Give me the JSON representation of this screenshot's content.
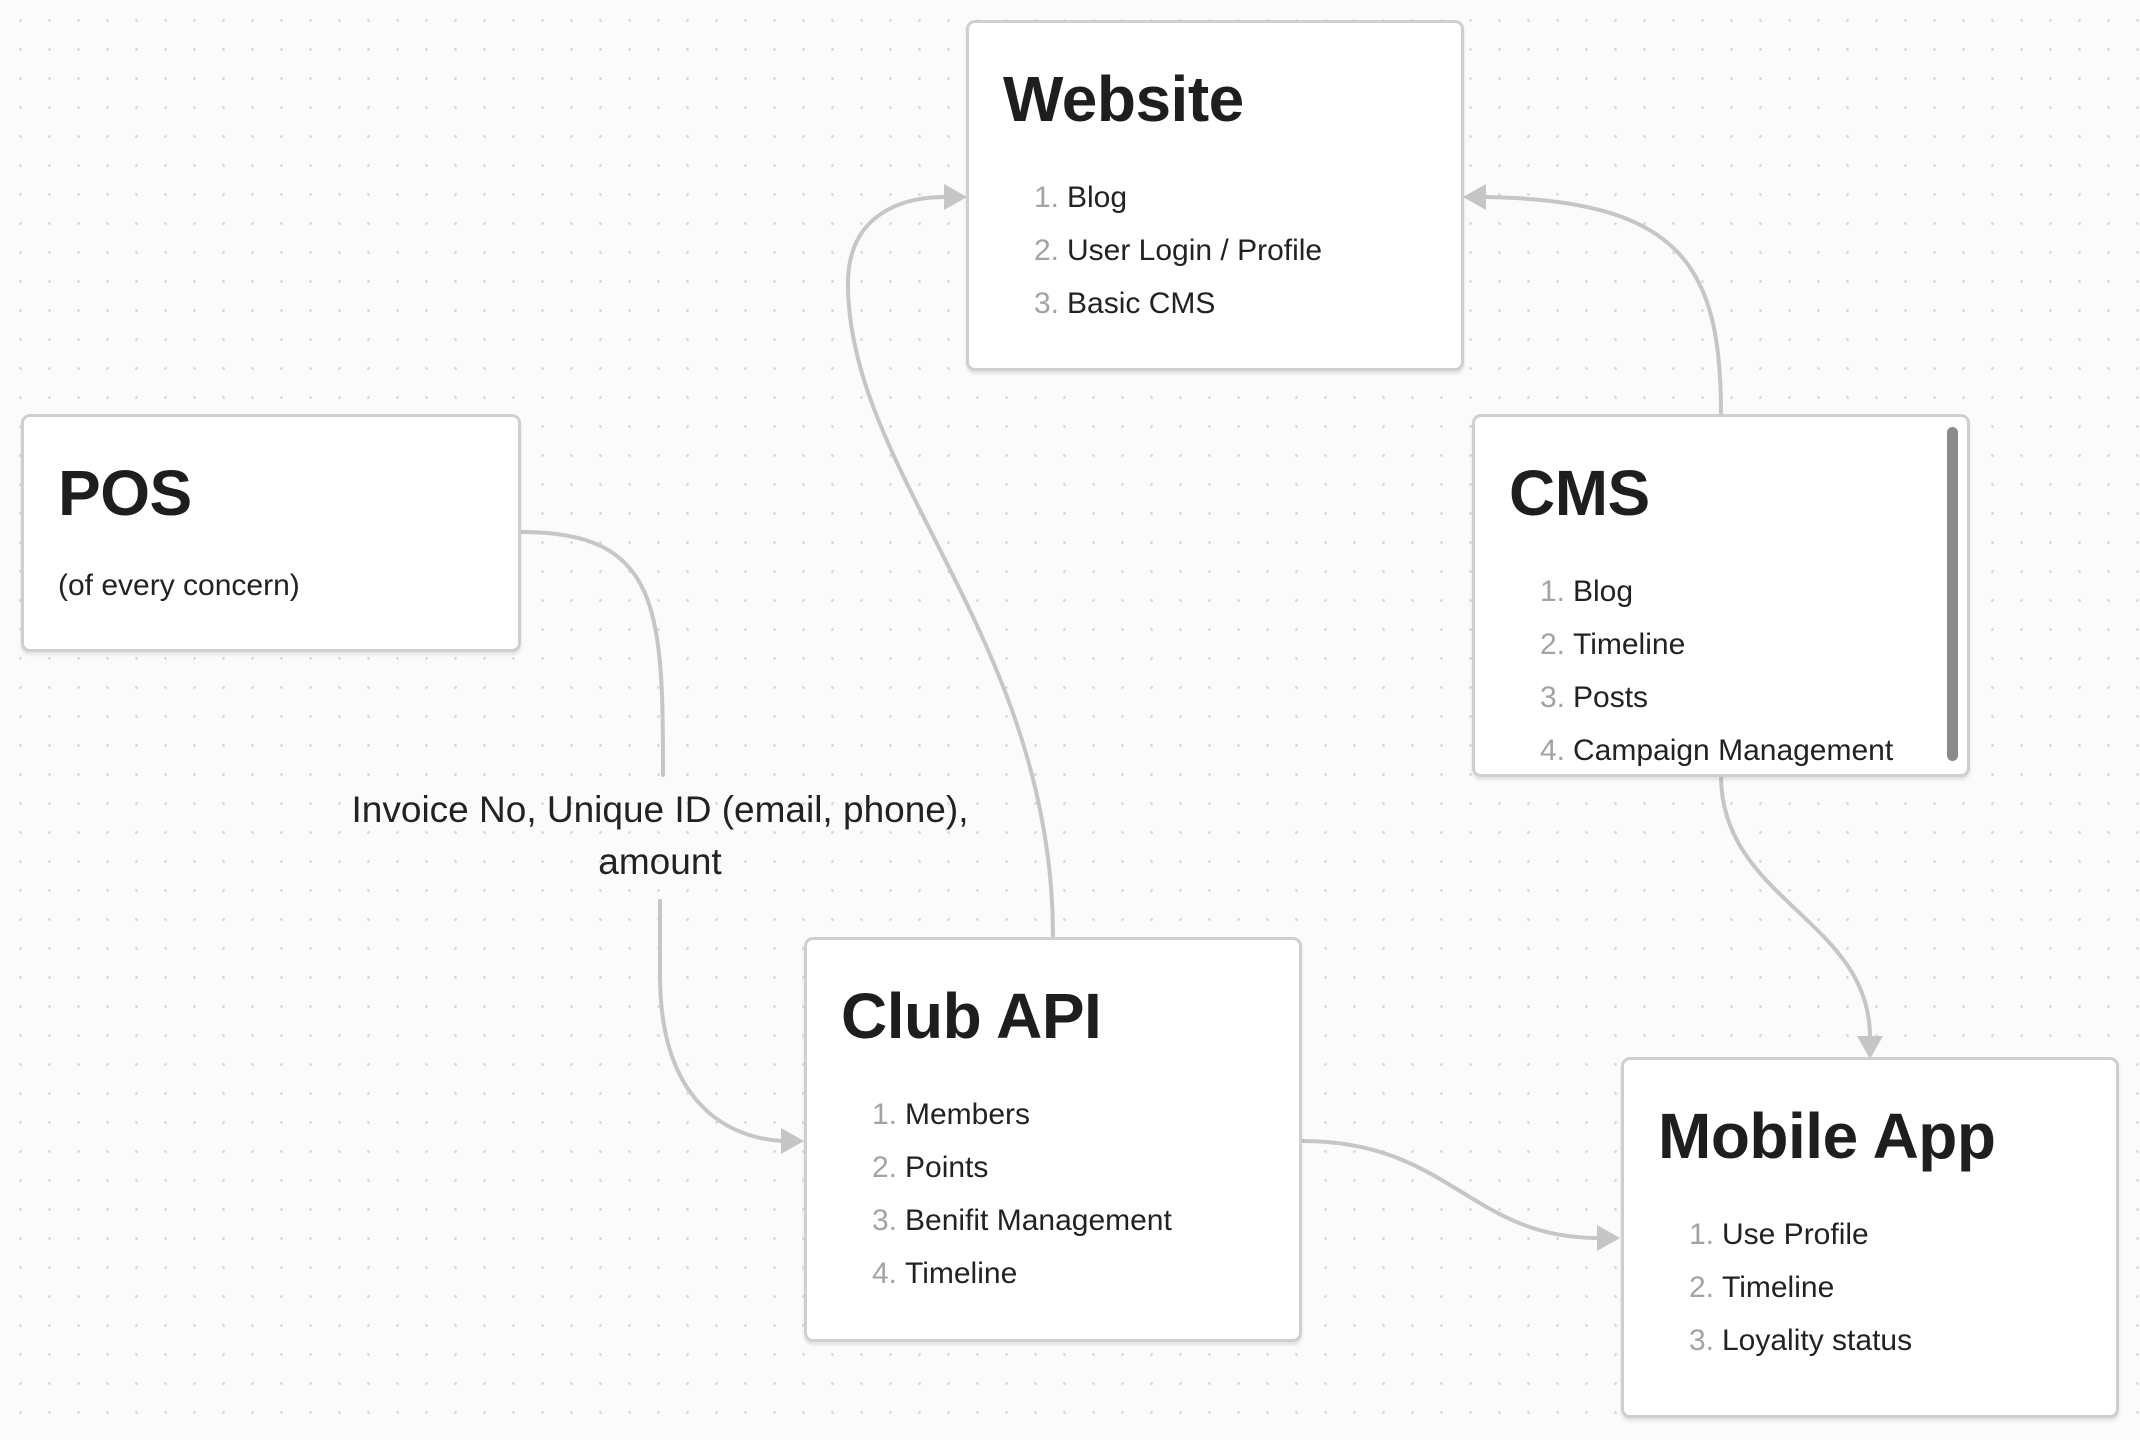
{
  "nodes": {
    "website": {
      "title": "Website",
      "items": [
        "Blog",
        "User Login / Profile",
        "Basic CMS"
      ]
    },
    "pos": {
      "title": "POS",
      "subtitle": "(of every concern)"
    },
    "cms": {
      "title": "CMS",
      "items": [
        "Blog",
        "Timeline",
        "Posts",
        "Campaign Management"
      ]
    },
    "club_api": {
      "title": "Club API",
      "items": [
        "Members",
        "Points",
        "Benifit Management",
        "Timeline"
      ]
    },
    "mobile_app": {
      "title": "Mobile App",
      "items": [
        "Use Profile",
        "Timeline",
        "Loyality status"
      ]
    }
  },
  "edges": [
    {
      "from": "pos",
      "to": "club_api",
      "label": "Invoice No, Unique ID (email, phone), amount"
    },
    {
      "from": "club_api",
      "to": "website",
      "label": ""
    },
    {
      "from": "cms",
      "to": "website",
      "label": ""
    },
    {
      "from": "cms",
      "to": "mobile_app",
      "label": ""
    },
    {
      "from": "club_api",
      "to": "mobile_app",
      "label": ""
    }
  ],
  "colors": {
    "connector": "#c6c6c6",
    "card_border": "#cfcfcf",
    "list_number": "#a3a3a3",
    "text": "#1f1f1f"
  }
}
